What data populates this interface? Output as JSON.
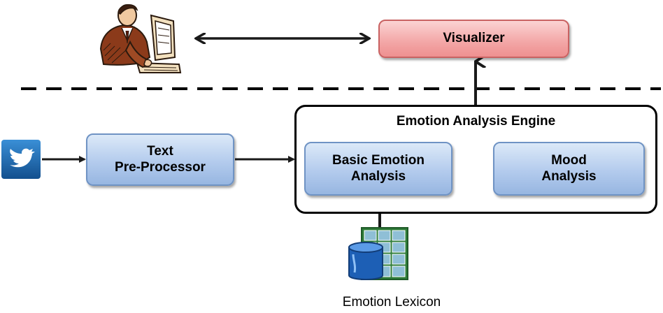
{
  "nodes": {
    "visualizer": "Visualizer",
    "text_preprocessor": {
      "line1": "Text",
      "line2": "Pre-Processor"
    },
    "engine_title": "Emotion Analysis Engine",
    "basic_emotion": {
      "line1": "Basic Emotion",
      "line2": "Analysis"
    },
    "mood": {
      "line1": "Mood",
      "line2": "Analysis"
    },
    "lexicon_label": "Emotion Lexicon"
  },
  "icons": {
    "user": "user-at-computer-icon",
    "twitter": "twitter-icon",
    "lexicon": "database-table-icon"
  },
  "colors": {
    "blue_box": "#b3cbed",
    "red_box": "#f3a6a6",
    "twitter_blue": "#1a6fb0",
    "connector_blue": "#1f3f77"
  }
}
